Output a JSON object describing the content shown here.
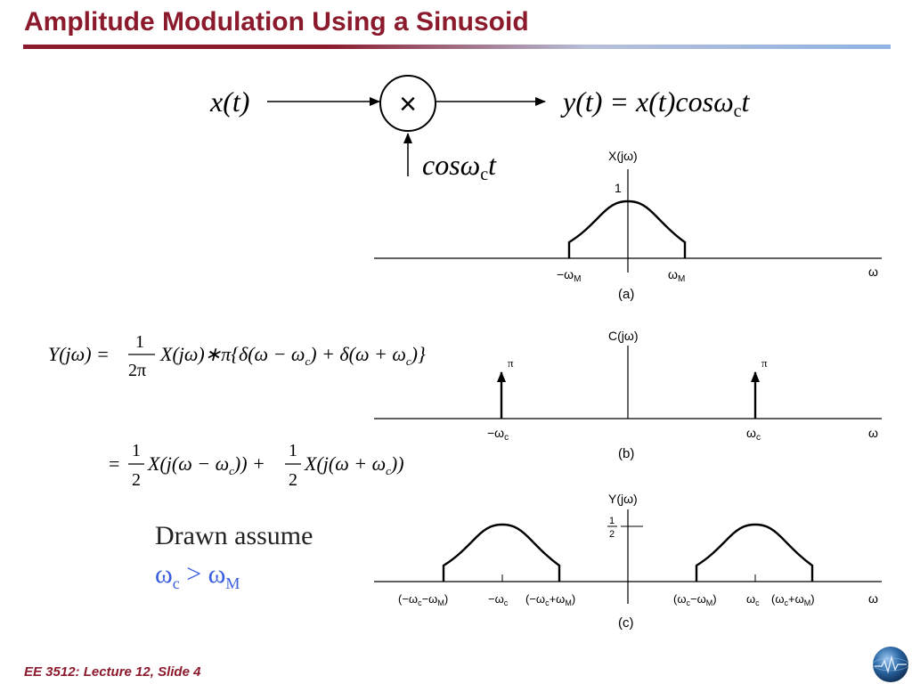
{
  "slide": {
    "title": "Amplitude Modulation Using a Sinusoid",
    "footer": "EE 3512: Lecture 12, Slide 4"
  },
  "block_diagram": {
    "input_label": "x(t)",
    "multiplier_symbol": "×",
    "output_label": "y(t) = x(t)cosω",
    "output_sub": "c",
    "output_tail": "t",
    "carrier_label": "cosω",
    "carrier_sub": "c",
    "carrier_tail": "t"
  },
  "equations": {
    "eq1_lhs": "Y(jω) =",
    "eq1_frac_num": "1",
    "eq1_frac_den": "2π",
    "eq1_rhs": "X(jω)∗π{δ(ω − ω",
    "eq1_sub1": "c",
    "eq1_mid": ") + δ(ω + ω",
    "eq1_sub2": "c",
    "eq1_end": ")}",
    "eq2_eq": "=",
    "eq2_num1": "1",
    "eq2_den1": "2",
    "eq2_term1": "X(j(ω − ω",
    "eq2_sub1": "c",
    "eq2_term1_end": ")) +",
    "eq2_num2": "1",
    "eq2_den2": "2",
    "eq2_term2": "X(j(ω + ω",
    "eq2_sub2": "c",
    "eq2_term2_end": "))"
  },
  "assumption": {
    "line1": "Drawn assume",
    "line2_a": "ω",
    "line2_sub_a": "c",
    "line2_mid": " > ω",
    "line2_sub_b": "M"
  },
  "plot_a": {
    "ylabel": "X(jω)",
    "peak_label": "1",
    "tick_left": "−ω",
    "tick_left_sub": "M",
    "tick_right": "ω",
    "tick_right_sub": "M",
    "xlabel": "ω",
    "caption": "(a)"
  },
  "plot_b": {
    "ylabel": "C(jω)",
    "impulse_left_label": "π",
    "impulse_right_label": "π",
    "tick_left": "−ω",
    "tick_left_sub": "c",
    "tick_right": "ω",
    "tick_right_sub": "c",
    "xlabel": "ω",
    "caption": "(b)"
  },
  "plot_c": {
    "ylabel": "Y(jω)",
    "half_num": "1",
    "half_den": "2",
    "t1": "(−ω",
    "t1_sub1": "c",
    "t1_mid": "−ω",
    "t1_sub2": "M",
    "t1_end": ")",
    "t2": "−ω",
    "t2_sub": "c",
    "t3": "(−ω",
    "t3_sub1": "c",
    "t3_mid": "+ω",
    "t3_sub2": "M",
    "t3_end": ")",
    "t4": "(ω",
    "t4_sub1": "c",
    "t4_mid": "−ω",
    "t4_sub2": "M",
    "t4_end": ")",
    "t5": "ω",
    "t5_sub": "c",
    "t6": "(ω",
    "t6_sub1": "c",
    "t6_mid": "+ω",
    "t6_sub2": "M",
    "t6_end": ")",
    "xlabel": "ω",
    "caption": "(c)"
  },
  "colors": {
    "title": "#8b1a2c",
    "assumption_highlight": "#3a5ee0"
  }
}
